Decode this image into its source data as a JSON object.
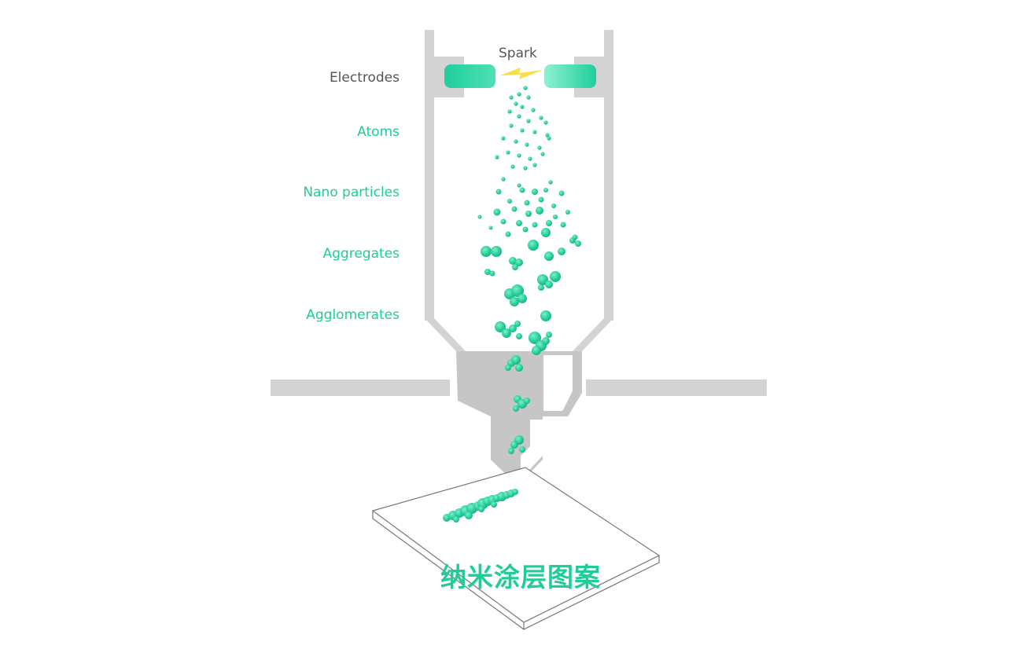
{
  "labels": {
    "electrodes": "Electrodes",
    "atoms": "Atoms",
    "nano_particles": "Nano particles",
    "aggregates": "Aggregates",
    "agglomerates": "Agglomerates",
    "spark": "Spark"
  },
  "caption": "纳米涂层图案",
  "colors": {
    "particle": "#2ed3a2",
    "particle_dark": "#14b485",
    "apparatus": "#d3d3d3",
    "nozzle_dark": "#c4c4c4",
    "label_dark": "#555555",
    "label_teal": "#1ecc9a",
    "spark": "#f7df45",
    "substrate_line": "#777777"
  }
}
